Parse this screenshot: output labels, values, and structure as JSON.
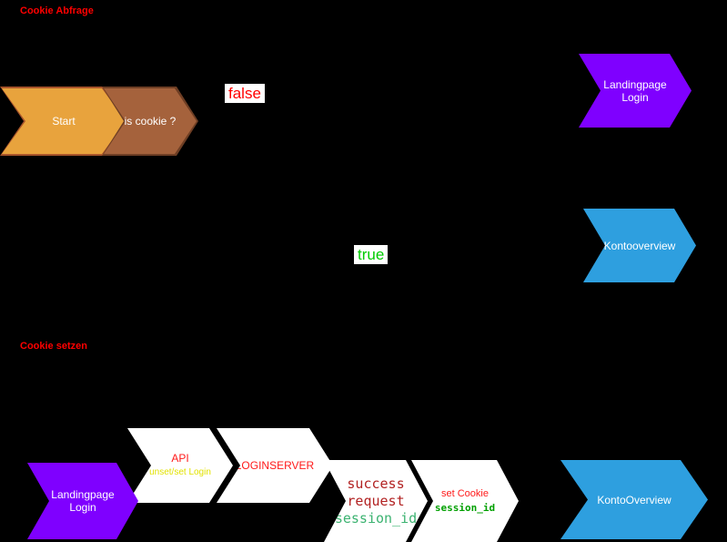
{
  "sections": {
    "cookie_abfrage": "Cookie Abfrage",
    "cookie_setzen": "Cookie setzen"
  },
  "flow_labels": {
    "false": "false",
    "true": "true"
  },
  "shapes": {
    "start": {
      "label": "Start"
    },
    "is_cookie": {
      "label": "is cookie ?"
    },
    "landingpage_login_top": {
      "line1": "Landingpage",
      "line2": "Login"
    },
    "kontooverview_mid": {
      "label": "Kontooverview"
    },
    "landingpage_login_bottom": {
      "line1": "Landingpage",
      "line2": "Login"
    },
    "api": {
      "label": "API",
      "sublabel": "unset/set Login"
    },
    "loginserver": {
      "label": "LOGINSERVER"
    },
    "success_request": {
      "line1": "success",
      "line2": "request",
      "line3": "session_id"
    },
    "set_cookie": {
      "line1": "set Cookie",
      "line2": "session_id"
    },
    "kontooverview_bottom": {
      "label": "KontoOverview"
    }
  },
  "colors": {
    "title-red": "#ff0000",
    "shape-red": "#ff1a1a",
    "success-red": "#b22222",
    "orange": "#e8a33d",
    "orange-border": "#a8542a",
    "brown": "#a5623c",
    "brown-border": "#6e3e24",
    "purple": "#7f00ff",
    "blue": "#2e9fdf",
    "true-green": "#00cc00",
    "session-green": "#3cb371",
    "cookie-green": "#00a000",
    "yellow": "#e2e200"
  }
}
